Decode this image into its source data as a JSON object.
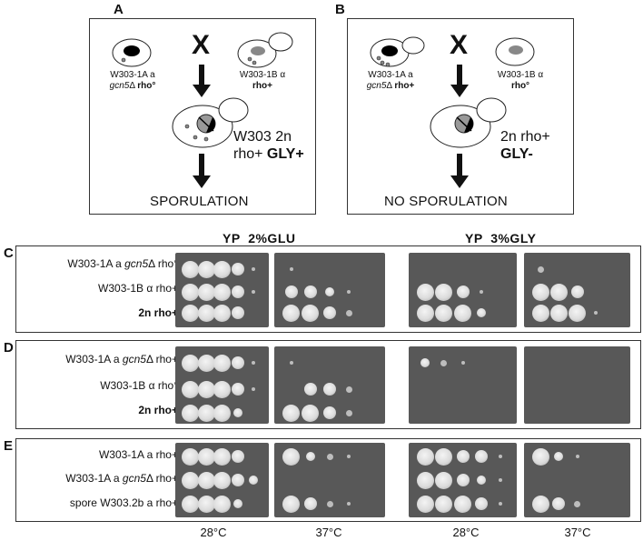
{
  "panelA": {
    "label": "A",
    "left_cap1": "W303-1A a",
    "left_cap2a": "gcn5",
    "left_cap2b": "Δ ",
    "left_cap2c": "rho°",
    "cross": "X",
    "right_cap1": "W303-1B α",
    "right_cap2": "rho+",
    "dip1": "W303 2n",
    "dip2a": "rho+ ",
    "dip2b": "GLY+",
    "bottom": "SPORULATION"
  },
  "panelB": {
    "label": "B",
    "left_cap1": "W303-1A a",
    "left_cap2a": "gcn5",
    "left_cap2b": "Δ ",
    "left_cap2c": "rho+",
    "cross": "X",
    "right_cap1": "W303-1B α",
    "right_cap2": "rho°",
    "dip1": "2n rho+",
    "dip2": "GLY-",
    "bottom": "NO SPORULATION"
  },
  "headers": {
    "glu": "YP  2%GLU",
    "gly": "YP  3%GLY"
  },
  "panelC": {
    "label": "C",
    "r1a": "W303-1A a ",
    "r1b": "gcn5",
    "r1c": "Δ rho°",
    "r2": "W303-1B α rho+",
    "r3": "2n rho+"
  },
  "panelD": {
    "label": "D",
    "r1a": "W303-1A a ",
    "r1b": "gcn5",
    "r1c": "Δ rho+",
    "r2": "W303-1B α rho°",
    "r3": "2n rho+"
  },
  "panelE": {
    "label": "E",
    "r1": "W303-1A a rho+",
    "r2a": "W303-1A  a ",
    "r2b": "gcn5",
    "r2c": "Δ rho+",
    "r3": "spore W303.2b a rho+"
  },
  "temps": [
    "28°C",
    "37°C",
    "28°C",
    "37°C"
  ],
  "growth": {
    "C": [
      [
        [
          5,
          5,
          5,
          4,
          1
        ],
        [
          1,
          0,
          0,
          0,
          0
        ],
        [
          0,
          0,
          0,
          0,
          0
        ],
        [
          2,
          0,
          0,
          0,
          0
        ]
      ],
      [
        [
          5,
          5,
          5,
          4,
          1
        ],
        [
          4,
          4,
          3,
          1,
          0
        ],
        [
          5,
          5,
          4,
          1,
          0
        ],
        [
          5,
          5,
          4,
          0,
          0
        ]
      ],
      [
        [
          5,
          5,
          5,
          4,
          0
        ],
        [
          5,
          5,
          4,
          2,
          0
        ],
        [
          5,
          5,
          5,
          3,
          0
        ],
        [
          5,
          5,
          5,
          1,
          0
        ]
      ]
    ],
    "D": [
      [
        [
          5,
          5,
          5,
          4,
          1
        ],
        [
          1,
          0,
          0,
          0,
          0
        ],
        [
          3,
          2,
          1,
          0,
          0
        ],
        [
          0,
          0,
          0,
          0,
          0
        ]
      ],
      [
        [
          5,
          5,
          5,
          4,
          1
        ],
        [
          0,
          4,
          4,
          2,
          0
        ],
        [
          0,
          0,
          0,
          0,
          0
        ],
        [
          0,
          0,
          0,
          0,
          0
        ]
      ],
      [
        [
          5,
          5,
          5,
          3,
          0
        ],
        [
          5,
          5,
          4,
          2,
          0
        ],
        [
          0,
          0,
          0,
          0,
          0
        ],
        [
          0,
          0,
          0,
          0,
          0
        ]
      ]
    ],
    "E": [
      [
        [
          5,
          5,
          5,
          4,
          0
        ],
        [
          5,
          3,
          2,
          1,
          0
        ],
        [
          5,
          5,
          4,
          4,
          1
        ],
        [
          5,
          3,
          1,
          0,
          0
        ]
      ],
      [
        [
          5,
          5,
          5,
          4,
          3
        ],
        [
          0,
          0,
          0,
          0,
          0
        ],
        [
          5,
          5,
          4,
          3,
          1
        ],
        [
          0,
          0,
          0,
          0,
          0
        ]
      ],
      [
        [
          5,
          5,
          5,
          3,
          0
        ],
        [
          5,
          4,
          2,
          1,
          0
        ],
        [
          5,
          5,
          5,
          4,
          1
        ],
        [
          5,
          4,
          2,
          0,
          0
        ]
      ]
    ]
  }
}
